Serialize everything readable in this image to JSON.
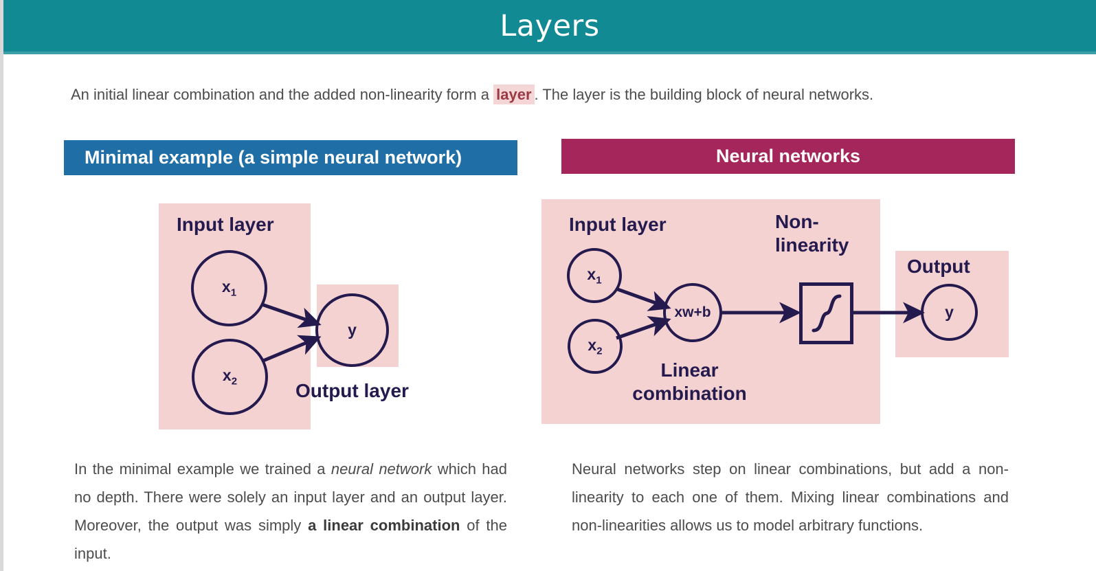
{
  "slide": {
    "title": "Layers",
    "intro": {
      "before": "An initial linear combination and the added non-linearity form a ",
      "highlight": "layer",
      "after": ". The layer is the building block of neural networks."
    },
    "colors": {
      "title_bar": "#128a94",
      "ribbon_blue": "#1f6ea5",
      "ribbon_crimson": "#a4265a",
      "pink_box": "#f4d2d2",
      "ink": "#241a4e",
      "highlight_bg": "#f4d6d6",
      "highlight_text": "#9c3a44"
    }
  },
  "left_panel": {
    "ribbon": "Minimal example (a simple neural network)",
    "diagram": {
      "input_label": "Input layer",
      "output_label": "Output layer",
      "input_nodes": [
        {
          "label": "x",
          "sub": "1"
        },
        {
          "label": "x",
          "sub": "2"
        }
      ],
      "output_node": {
        "label": "y",
        "sub": ""
      }
    },
    "body": {
      "part1": "In the minimal example we trained a ",
      "italic1": "neural network",
      "part2": " which had no depth. There were solely an input layer and an output layer. Moreover, the output was simply ",
      "bold1": "a linear combination",
      "part3": " of the input."
    }
  },
  "right_panel": {
    "ribbon": "Neural networks",
    "diagram": {
      "input_label": "Input layer",
      "nonlinearity_label": "Non-\nlinearity",
      "output_label": "Output",
      "linear_combination_label": "Linear\ncombination",
      "input_nodes": [
        {
          "label": "x",
          "sub": "1"
        },
        {
          "label": "x",
          "sub": "2"
        }
      ],
      "combination_node": {
        "label": "xw+b"
      },
      "activation_node": {
        "icon": "sigmoid-curve"
      },
      "output_node": {
        "label": "y"
      }
    },
    "body": {
      "text": "Neural networks step on linear combinations, but add a non-linearity to each one of them. Mixing linear combinations and non-linearities allows us to model arbitrary functions."
    }
  }
}
